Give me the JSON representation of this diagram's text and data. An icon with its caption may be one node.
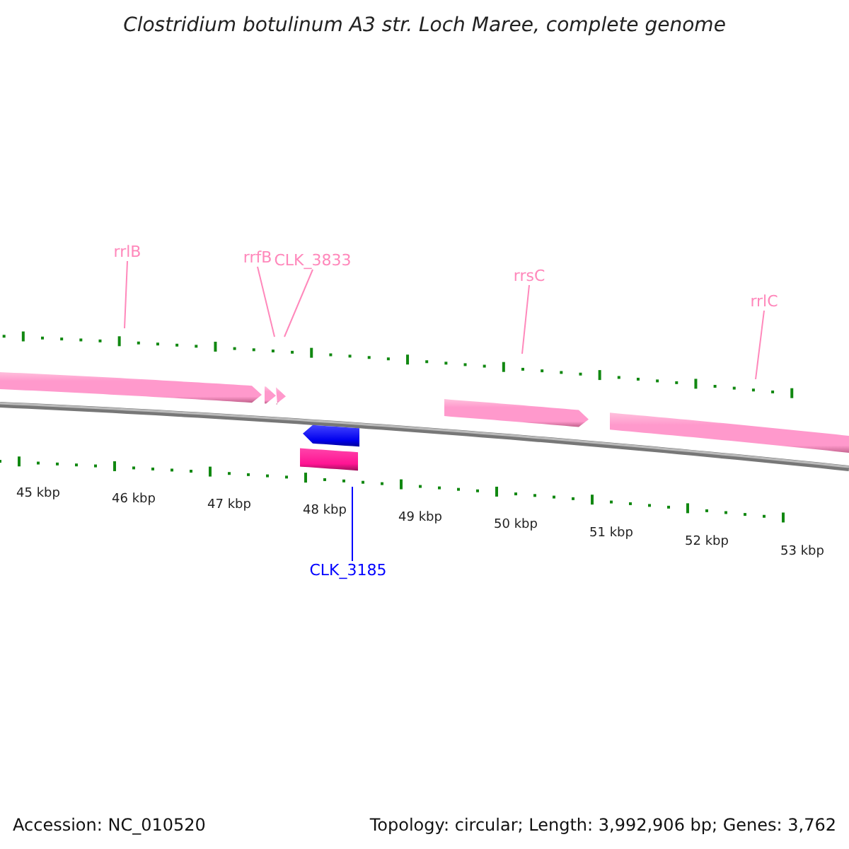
{
  "diagram": {
    "title": "Clostridium botulinum A3 str. Loch Maree, complete genome",
    "nodes": [
      {
        "text": [
          "rrlB"
        ]
      },
      {
        "text": [
          "rrfB"
        ]
      },
      {
        "text": [
          "CLK_3833"
        ]
      },
      {
        "text": [
          "rrsC"
        ]
      },
      {
        "text": [
          "rrlC"
        ]
      },
      {
        "text": [
          "CLK_3185"
        ]
      }
    ],
    "edges": [
      {
        "from": 0,
        "to": null,
        "arrow": "none"
      },
      {
        "from": 1,
        "to": null,
        "arrow": "none"
      },
      {
        "from": 2,
        "to": null,
        "arrow": "none"
      },
      {
        "from": 3,
        "to": null,
        "arrow": "none"
      },
      {
        "from": 4,
        "to": null,
        "arrow": "none"
      },
      {
        "from": 5,
        "to": null,
        "arrow": "none",
        "color": "#0000ff"
      }
    ],
    "labels": [
      "45 kbp",
      "46 kbp",
      "47 kbp",
      "48 kbp",
      "49 kbp",
      "50 kbp",
      "51 kbp",
      "52 kbp",
      "53 kbp",
      "Accession: NC_010520",
      "Topology: circular; Length: 3,992,906 bp; Genes: 3,762"
    ]
  }
}
